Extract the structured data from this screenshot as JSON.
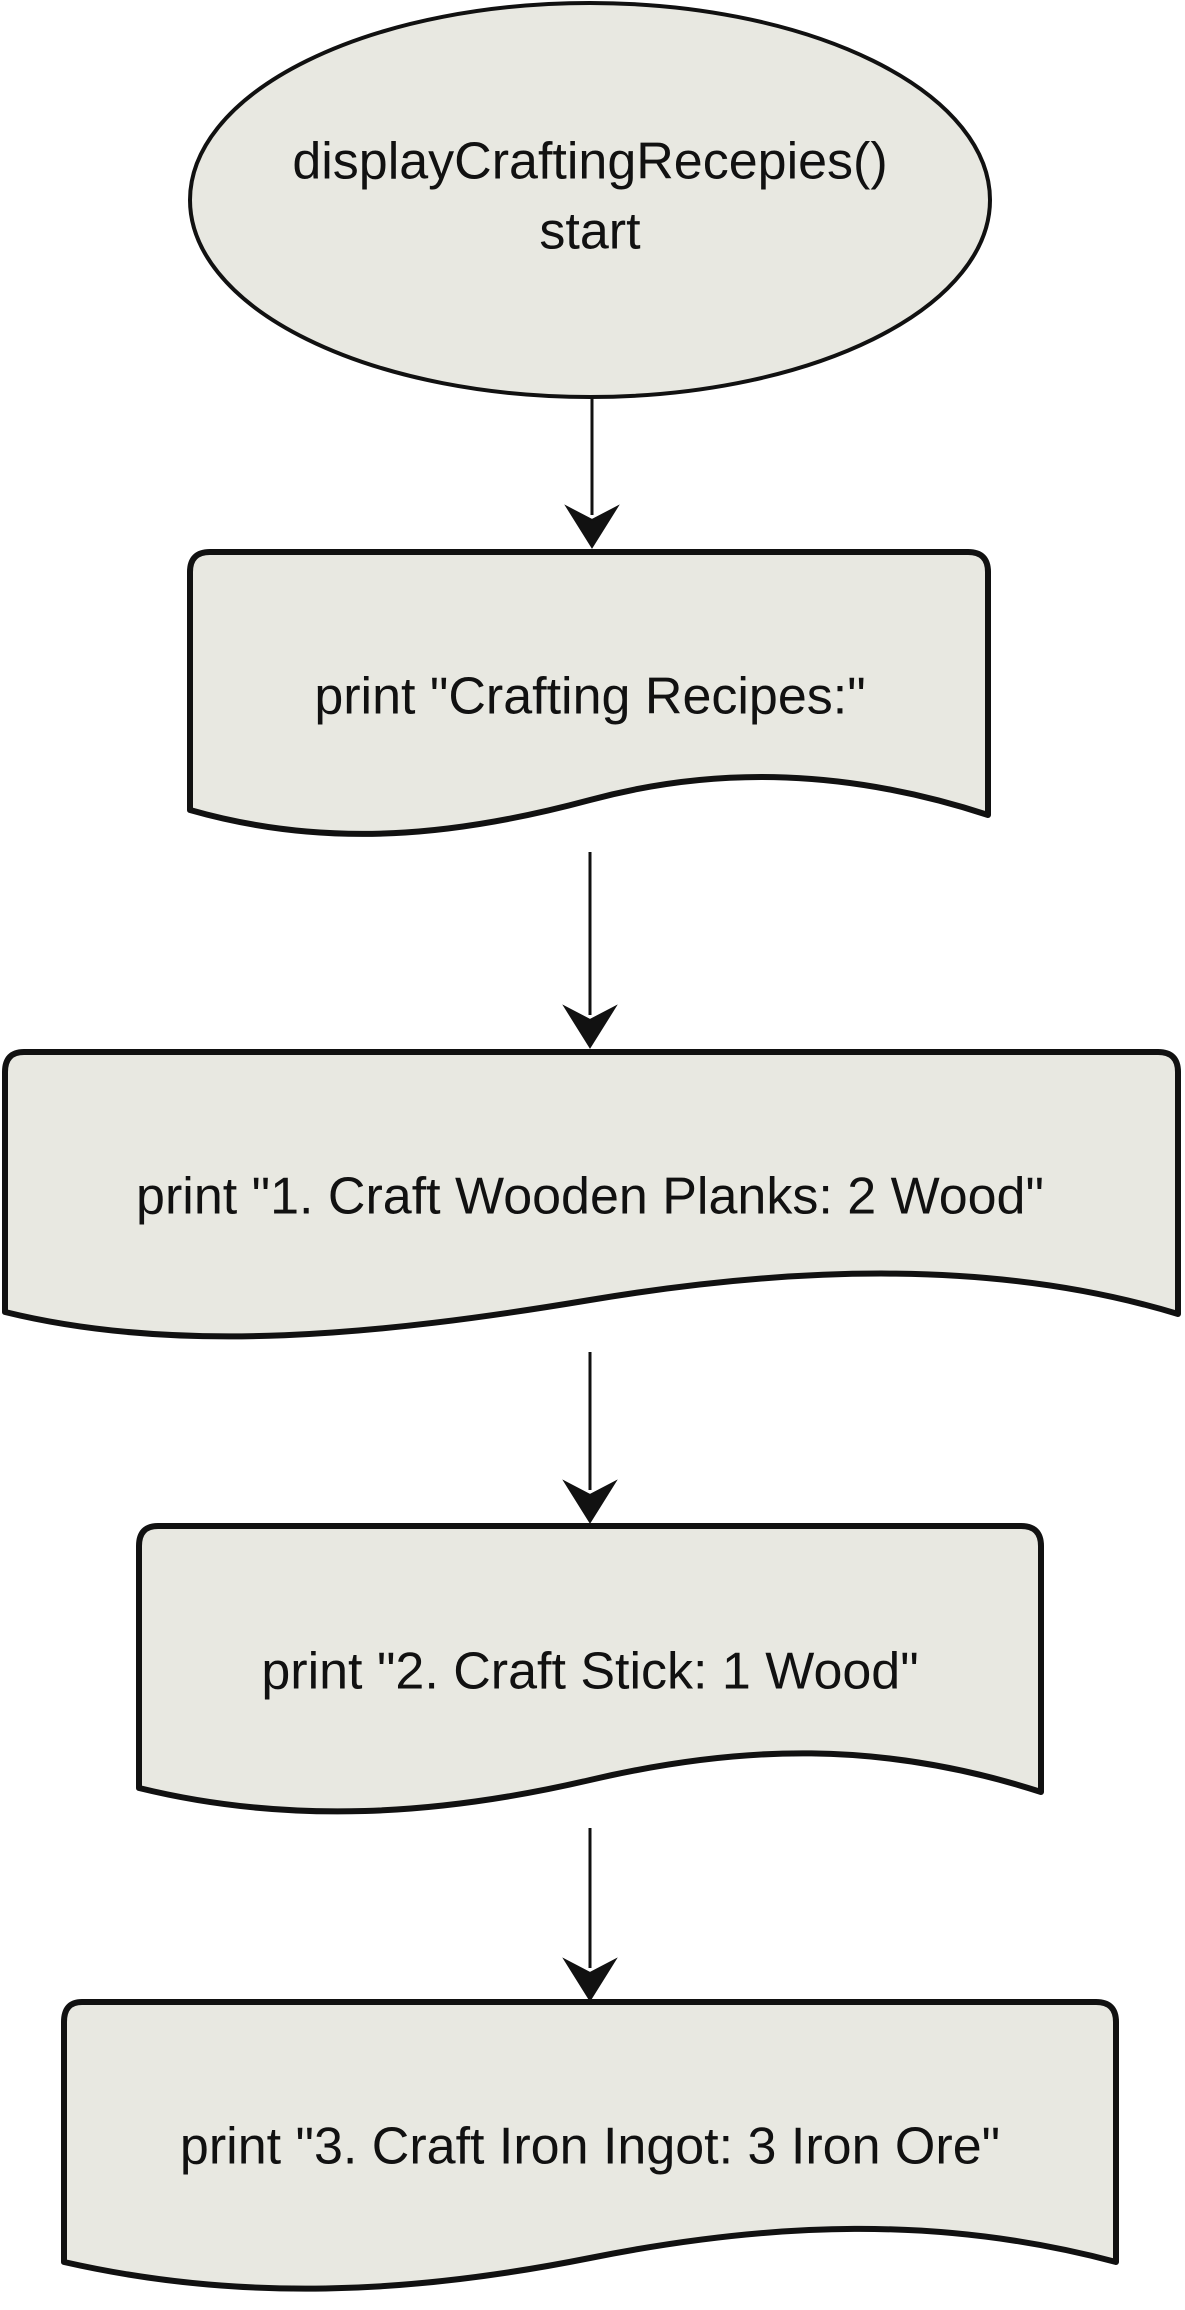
{
  "diagram": {
    "type": "flowchart",
    "colors": {
      "node_fill": "#e8e8e1",
      "stroke": "#111111",
      "background": "#ffffff"
    },
    "nodes": [
      {
        "id": "start",
        "shape": "ellipse",
        "lines": [
          "displayCraftingRecepies()",
          "start"
        ]
      },
      {
        "id": "print_header",
        "shape": "document",
        "text": "print \"Crafting Recipes:\""
      },
      {
        "id": "print_1",
        "shape": "document",
        "text": "print \"1. Craft Wooden Planks: 2 Wood\""
      },
      {
        "id": "print_2",
        "shape": "document",
        "text": "print \"2. Craft Stick: 1 Wood\""
      },
      {
        "id": "print_3",
        "shape": "document",
        "text": "print \"3. Craft Iron Ingot: 3 Iron Ore\""
      }
    ],
    "edges": [
      {
        "from": "start",
        "to": "print_header"
      },
      {
        "from": "print_header",
        "to": "print_1"
      },
      {
        "from": "print_1",
        "to": "print_2"
      },
      {
        "from": "print_2",
        "to": "print_3"
      }
    ]
  }
}
